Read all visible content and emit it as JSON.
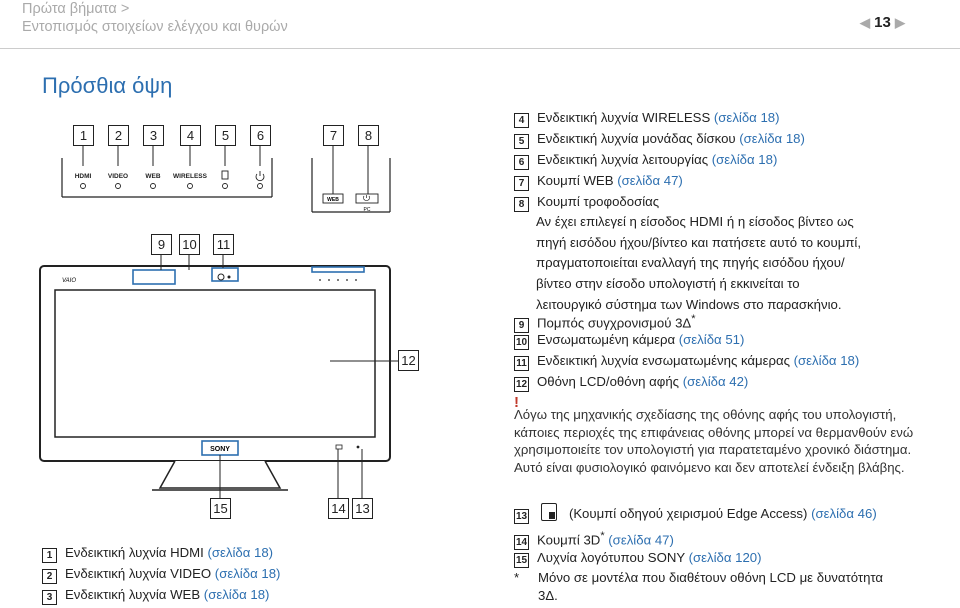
{
  "header": {
    "line1": "Πρώτα βήματα >",
    "line2": "Εντοπισμός στοιχείων ελέγχου και θυρών",
    "page_number": "13"
  },
  "title": "Πρόσθια όψη",
  "diagram": {
    "callouts": [
      "1",
      "2",
      "3",
      "4",
      "5",
      "6",
      "7",
      "8",
      "9",
      "10",
      "11",
      "12",
      "13",
      "14",
      "15"
    ],
    "indicator_labels": [
      "HDMI",
      "VIDEO",
      "WEB",
      "WIRELESS"
    ],
    "web_button_label": "WEB",
    "pc_label": "PC",
    "brand_top": "VAIO",
    "brand_bottom": "SONY"
  },
  "right_list": [
    {
      "num": "4",
      "text": "Ενδεικτική λυχνία WIRELESS ",
      "bold": "",
      "ref": "(σελίδα 18)"
    },
    {
      "num": "5",
      "text": "Ενδεικτική λυχνία μονάδας δίσκου ",
      "ref": "(σελίδα 18)"
    },
    {
      "num": "6",
      "text": "Ενδεικτική λυχνία λειτουργίας ",
      "ref": "(σελίδα 18)"
    },
    {
      "num": "7",
      "text": "Κουμπί WEB ",
      "ref": "(σελίδα 47)"
    },
    {
      "num": "8",
      "text": "Κουμπί τροφοδοσίας",
      "ref": ""
    }
  ],
  "power_desc": [
    "Αν έχει επιλεγεί η είσοδος HDMI ή η είσοδος βίντεο ως",
    "πηγή εισόδου ήχου/βίντεο και πατήσετε αυτό το κουμπί,",
    "πραγματοποιείται εναλλαγή της πηγής εισόδου ήχου/",
    "βίντεο στην είσοδο υπολογιστή ή εκκινείται το",
    "λειτουργικό σύστημα των Windows στο παρασκήνιο."
  ],
  "right_list2": [
    {
      "num": "9",
      "text": "Πομπός συγχρονισμού 3Δ",
      "sup": "*",
      "ref": ""
    },
    {
      "num": "10",
      "text": "Ενσωματωμένη κάμερα ",
      "ref": "(σελίδα 51)"
    },
    {
      "num": "11",
      "text": "Ενδεικτική λυχνία ενσωματωμένης κάμερας ",
      "ref": "(σελίδα 18)"
    },
    {
      "num": "12",
      "text": "Οθόνη LCD/οθόνη αφής ",
      "ref": "(σελίδα 42)"
    }
  ],
  "warning": {
    "mark": "!",
    "text": "Λόγω της μηχανικής σχεδίασης της οθόνης αφής του υπολογιστή, κάποιες περιοχές της επιφάνειας οθόνης μπορεί να θερμανθούν ενώ χρησιμοποιείτε τον υπολογιστή για παρατεταμένο χρονικό διάστημα. Αυτό είναι φυσιολογικό φαινόμενο και δεν αποτελεί ένδειξη βλάβης."
  },
  "right_list3": [
    {
      "num": "13",
      "text": "(Κουμπί οδηγού χειρισμού Edge Access) ",
      "ref": "(σελίδα 46)"
    },
    {
      "num": "14",
      "text": "Κουμπί 3D",
      "sup": "*",
      "ref": " (σελίδα 47)"
    },
    {
      "num": "15",
      "text": "Λυχνία λογότυπου SONY ",
      "ref": "(σελίδα 120)"
    }
  ],
  "footnote": {
    "mark": "*",
    "line1": "Μόνο σε μοντέλα που διαθέτουν οθόνη LCD με δυνατότητα",
    "line2": "3Δ."
  },
  "left_list": [
    {
      "num": "1",
      "text": "Ενδεικτική λυχνία HDMI ",
      "ref": "(σελίδα 18)"
    },
    {
      "num": "2",
      "text": "Ενδεικτική λυχνία VIDEO ",
      "ref": "(σελίδα 18)"
    },
    {
      "num": "3",
      "text": "Ενδεικτική λυχνία WEB ",
      "ref": "(σελίδα 18)"
    }
  ],
  "colors": {
    "accent": "#2d6fb0",
    "warning": "#c0392b",
    "header_gray": "#aaaaaa"
  }
}
